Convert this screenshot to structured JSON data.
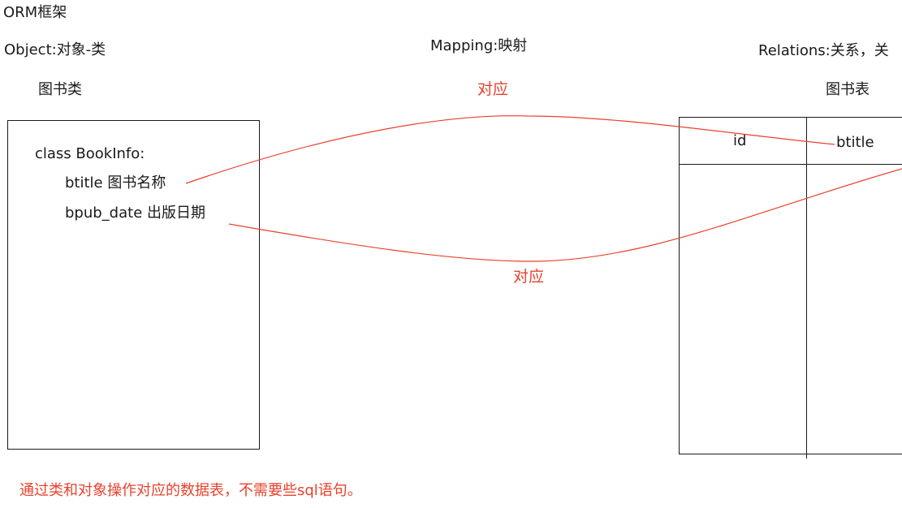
{
  "title": "ORM框架",
  "headers": {
    "object": "Object:对象-类",
    "mapping": "Mapping:映射",
    "relations": "Relations:关系，关"
  },
  "class_box": {
    "caption": "图书类",
    "class_decl": "class BookInfo:",
    "attributes": [
      "btitle 图书名称",
      "bpub_date 出版日期"
    ]
  },
  "table_box": {
    "caption": "图书表",
    "columns": [
      "id",
      "btitle"
    ]
  },
  "mapping_labels": {
    "top": "对应",
    "bottom": "对应"
  },
  "note": "通过类和对象操作对应的数据表，不需要些sql语句。",
  "colors": {
    "text": "#1a1a1a",
    "accent": "#e8422c",
    "line": "#1a1a1a"
  }
}
